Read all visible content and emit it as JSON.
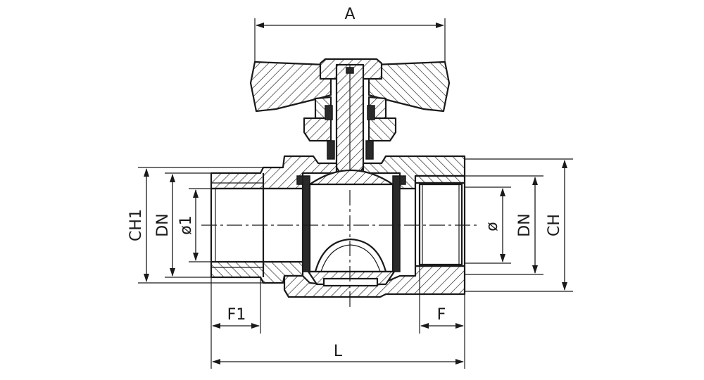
{
  "diagram": {
    "labels": {
      "A": "A",
      "L": "L",
      "F1": "F1",
      "F": "F",
      "CH1": "CH1",
      "DN_left": "DN",
      "phi1": "ø1",
      "phi": "ø",
      "DN_right": "DN",
      "CH": "CH"
    }
  }
}
